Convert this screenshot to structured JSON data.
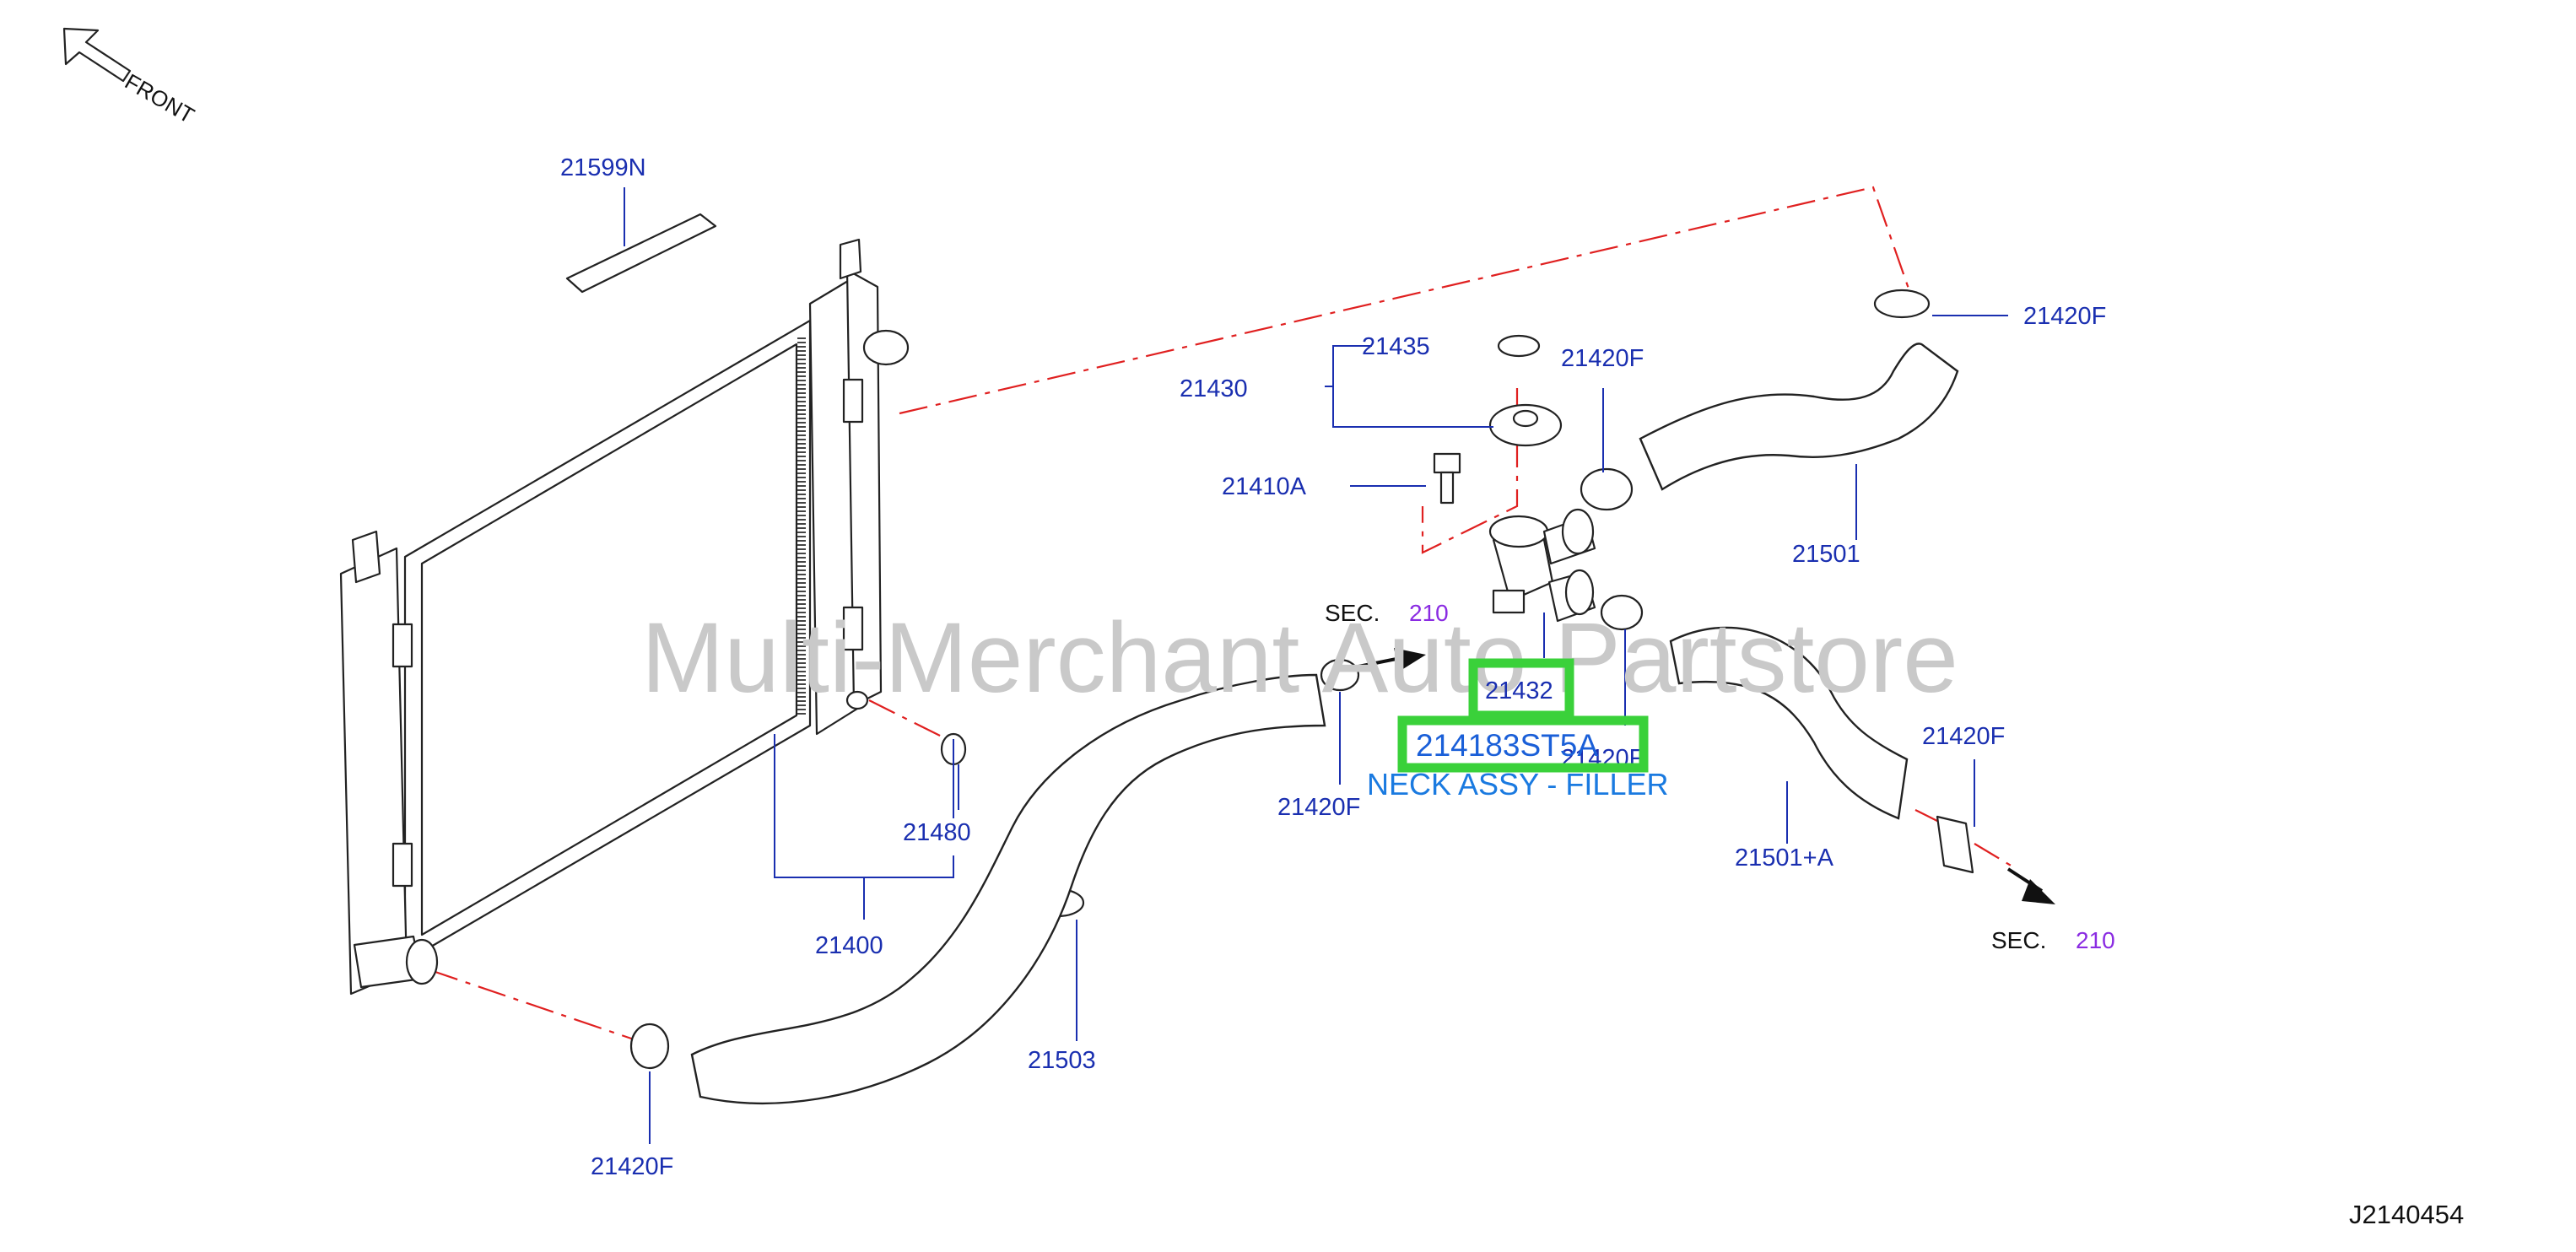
{
  "orientation_label": "FRONT",
  "watermark": "Multi-Merchant Auto Partstore",
  "figure_id": "J2140454",
  "section_refs": [
    {
      "prefix": "SEC.",
      "number": "210"
    },
    {
      "prefix": "SEC.",
      "number": "210"
    }
  ],
  "callouts": {
    "c21599n": "21599N",
    "c21435": "21435",
    "c21430": "21430",
    "c21420f_top_right": "21420F",
    "c21420f_mid": "21420F",
    "c21410a": "21410A",
    "c21501": "21501",
    "c21432": "21432",
    "c21420f_neck": "21420F",
    "c21420f_left_clamp": "21420F",
    "c21480": "21480",
    "c21400": "21400",
    "c21501a": "21501+A",
    "c21420f_right": "21420F",
    "c21503": "21503",
    "c21420f_bottom": "21420F"
  },
  "highlight": {
    "part_number": "214183ST5A",
    "part_name": "NECK ASSY - FILLER",
    "highlight_color": "#3ad13a"
  }
}
